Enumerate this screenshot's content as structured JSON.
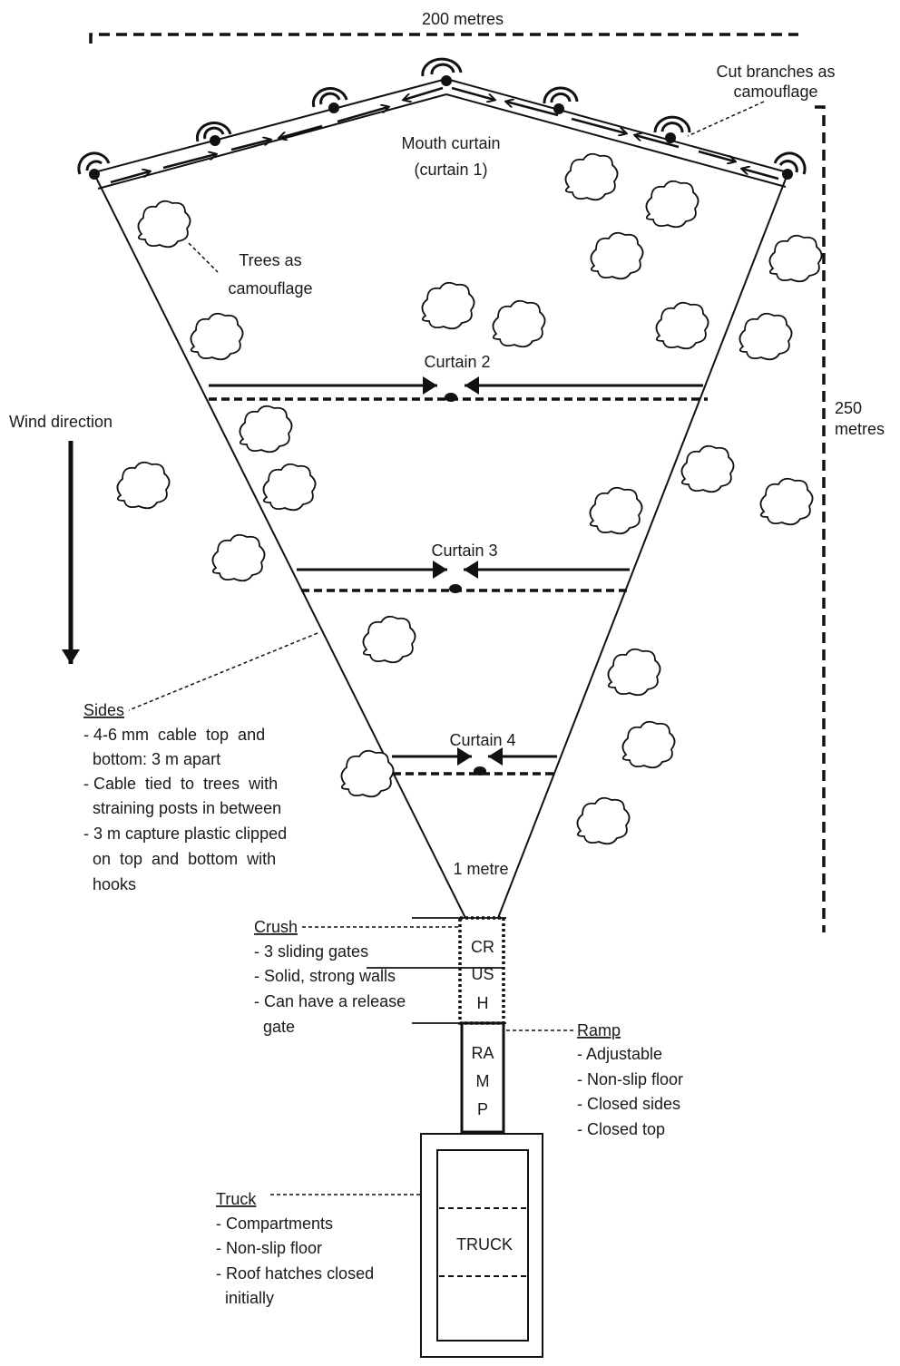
{
  "dimensions": {
    "width_label": "200 metres",
    "height_label": [
      "250",
      "metres"
    ],
    "neck_label": "1 metre"
  },
  "labels": {
    "cut_branches": [
      "Cut branches as",
      "camouflage"
    ],
    "mouth_curtain": [
      "Mouth curtain",
      "(curtain 1)"
    ],
    "trees": [
      "Trees as",
      "camouflage"
    ],
    "wind": "Wind direction",
    "curtain2": "Curtain 2",
    "curtain3": "Curtain 3",
    "curtain4": "Curtain 4"
  },
  "sides": {
    "title": "Sides",
    "lines": [
      "- 4-6 mm  cable  top  and",
      "  bottom: 3 m apart",
      "- Cable  tied  to  trees  with",
      "  straining posts in between",
      "- 3 m capture plastic clipped",
      "  on  top  and  bottom  with",
      "  hooks"
    ]
  },
  "crush": {
    "title": "Crush",
    "lines": [
      "- 3 sliding gates",
      "- Solid, strong walls",
      "- Can have a release",
      "  gate"
    ],
    "box_text": [
      "CR",
      "US",
      "H"
    ]
  },
  "ramp": {
    "title": "Ramp",
    "lines": [
      "- Adjustable",
      "- Non-slip floor",
      "- Closed sides",
      "- Closed top"
    ],
    "box_text": [
      "RA",
      "M",
      "P"
    ]
  },
  "truck": {
    "title": "Truck",
    "lines": [
      "- Compartments",
      "- Non-slip floor",
      "- Roof hatches closed",
      "  initially"
    ],
    "box_text": "TRUCK"
  }
}
